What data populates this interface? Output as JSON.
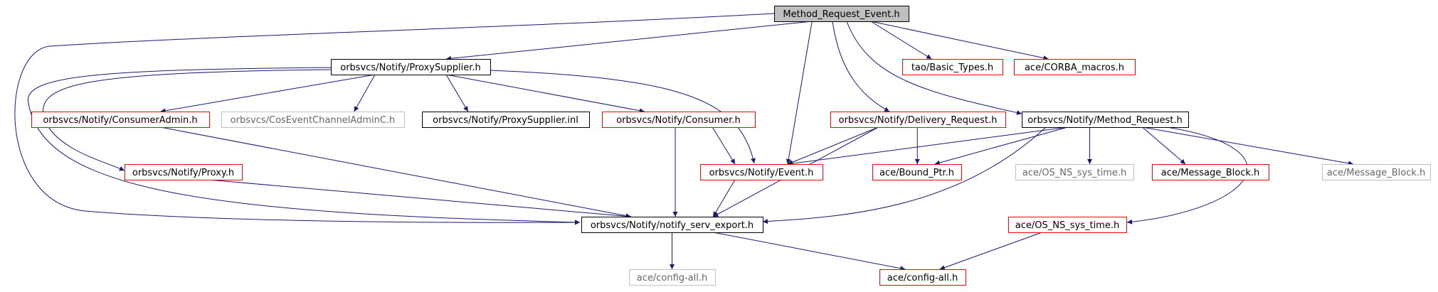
{
  "graph": {
    "edge_color": "#191970",
    "nodes": [
      {
        "id": "root",
        "label": "Method_Request_Event.h",
        "style": "root"
      },
      {
        "id": "proxysupplier_h",
        "label": "orbsvcs/Notify/ProxySupplier.h",
        "style": "documented"
      },
      {
        "id": "tao_basic_types",
        "label": "tao/Basic_Types.h",
        "style": "external"
      },
      {
        "id": "ace_corba_macros",
        "label": "ace/CORBA_macros.h",
        "style": "external"
      },
      {
        "id": "consumeradmin_h",
        "label": "orbsvcs/Notify/ConsumerAdmin.h",
        "style": "external"
      },
      {
        "id": "coseventchanneladminc_h",
        "label": "orbsvcs/CosEventChannelAdminC.h",
        "style": "missing"
      },
      {
        "id": "proxysupplier_inl",
        "label": "orbsvcs/Notify/ProxySupplier.inl",
        "style": "documented"
      },
      {
        "id": "consumer_h",
        "label": "orbsvcs/Notify/Consumer.h",
        "style": "external"
      },
      {
        "id": "delivery_request_h",
        "label": "orbsvcs/Notify/Delivery_Request.h",
        "style": "external"
      },
      {
        "id": "method_request_h",
        "label": "orbsvcs/Notify/Method_Request.h",
        "style": "documented"
      },
      {
        "id": "proxy_h",
        "label": "orbsvcs/Notify/Proxy.h",
        "style": "external"
      },
      {
        "id": "event_h",
        "label": "orbsvcs/Notify/Event.h",
        "style": "external"
      },
      {
        "id": "bound_ptr_h",
        "label": "ace/Bound_Ptr.h",
        "style": "external"
      },
      {
        "id": "os_ns_sys_time_grey",
        "label": "ace/OS_NS_sys_time.h",
        "style": "missing"
      },
      {
        "id": "message_block_red",
        "label": "ace/Message_Block.h",
        "style": "external"
      },
      {
        "id": "message_block_grey",
        "label": "ace/Message_Block.h",
        "style": "missing"
      },
      {
        "id": "notify_serv_export_h",
        "label": "orbsvcs/Notify/notify_serv_export.h",
        "style": "documented"
      },
      {
        "id": "os_ns_sys_time_red",
        "label": "ace/OS_NS_sys_time.h",
        "style": "external"
      },
      {
        "id": "config_all_grey",
        "label": "ace/config-all.h",
        "style": "missing"
      },
      {
        "id": "config_all_red",
        "label": "ace/config-all.h",
        "style": "external"
      }
    ],
    "edges": [
      [
        "root",
        "proxysupplier_h"
      ],
      [
        "root",
        "tao_basic_types"
      ],
      [
        "root",
        "ace_corba_macros"
      ],
      [
        "root",
        "event_h"
      ],
      [
        "root",
        "delivery_request_h"
      ],
      [
        "root",
        "method_request_h"
      ],
      [
        "root",
        "notify_serv_export_h"
      ],
      [
        "proxysupplier_h",
        "consumeradmin_h"
      ],
      [
        "proxysupplier_h",
        "coseventchanneladminc_h"
      ],
      [
        "proxysupplier_h",
        "proxysupplier_inl"
      ],
      [
        "proxysupplier_h",
        "consumer_h"
      ],
      [
        "proxysupplier_h",
        "event_h"
      ],
      [
        "proxysupplier_h",
        "proxy_h"
      ],
      [
        "proxysupplier_h",
        "notify_serv_export_h"
      ],
      [
        "consumeradmin_h",
        "notify_serv_export_h"
      ],
      [
        "consumer_h",
        "event_h"
      ],
      [
        "consumer_h",
        "notify_serv_export_h"
      ],
      [
        "delivery_request_h",
        "event_h"
      ],
      [
        "delivery_request_h",
        "bound_ptr_h"
      ],
      [
        "delivery_request_h",
        "notify_serv_export_h"
      ],
      [
        "method_request_h",
        "event_h"
      ],
      [
        "method_request_h",
        "bound_ptr_h"
      ],
      [
        "method_request_h",
        "os_ns_sys_time_grey"
      ],
      [
        "method_request_h",
        "message_block_red"
      ],
      [
        "method_request_h",
        "message_block_grey"
      ],
      [
        "method_request_h",
        "os_ns_sys_time_red"
      ],
      [
        "method_request_h",
        "notify_serv_export_h"
      ],
      [
        "proxy_h",
        "notify_serv_export_h"
      ],
      [
        "event_h",
        "notify_serv_export_h"
      ],
      [
        "notify_serv_export_h",
        "config_all_grey"
      ],
      [
        "notify_serv_export_h",
        "config_all_red"
      ],
      [
        "os_ns_sys_time_red",
        "config_all_red"
      ]
    ]
  }
}
